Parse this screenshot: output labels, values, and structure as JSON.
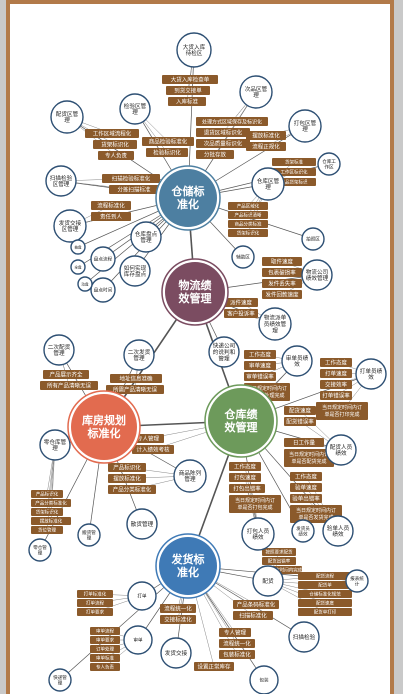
{
  "colors": {
    "storage": "#4d7fa1",
    "performance": "#7b4c61",
    "layout": "#e26b4f",
    "warehouse": "#6d9a5b",
    "shipping": "#3f7ab6",
    "tag": "#8b5a2b",
    "ring": "#2d4f73",
    "line": "#555555"
  },
  "hubs": {
    "storage": "仓储标准化",
    "performance": "物流绩效管理",
    "layout": "库房规划标准化",
    "warehouse": "仓库绩效管理",
    "shipping": "发货标准化"
  },
  "topics": {
    "t1": "大货入库待检区",
    "t2": "次品区管理",
    "t3": "打包区管理",
    "t4": "配货区管理",
    "t5": "检验区管理",
    "t6": "仓库区管理",
    "t7": "扫描检验区管理",
    "t8": "发货交接区管理",
    "t9": "仓库盘点管理",
    "t10": "盘点流程",
    "t11": "盘点时间",
    "t12": "如何实现库存盘点",
    "t13": "抽盘",
    "t14": "全盘",
    "t15": "动盘",
    "t16": "仓库工作区",
    "t17": "拍照区",
    "t18": "辅助区",
    "t19": "物流公司绩效管理",
    "t20": "物流派单员绩效管理",
    "t21": "快递公司的说判和管理",
    "t22": "二次配货管理",
    "t23": "二次发货管理",
    "t24": "审单员绩效",
    "t25": "打单员绩效",
    "t26": "配货人员绩效",
    "t27": "零仓库管理",
    "t28": "商品陈列管理",
    "t29": "散货管理",
    "t30": "打包人员绩效",
    "t31": "发货员绩效",
    "t32": "验单人员绩效",
    "t33": "零仓管理",
    "t34": "搬货管理",
    "t35": "配货",
    "t36": "打单",
    "t37": "审单",
    "t38": "发货交接",
    "t39": "扫描检验",
    "t40": "报表统计",
    "t41": "快递管理",
    "t42": "包装"
  },
  "tags": {
    "a1": "大货入库检查单",
    "a2": "到货交接单",
    "a3": "入库标准",
    "b1": "处理方式区域保存及标识化",
    "b2": "退货区域标识化",
    "b3": "次品质量标识化",
    "b4": "分批存放",
    "c1": "摆放标准化",
    "c2": "流程正规化",
    "d1": "工作区域流程化",
    "d2": "货架标识化",
    "d3": "专人负责",
    "e1": "商品检验标准化",
    "e2": "检验标识化",
    "f1": "扫描检验标准化",
    "f2": "分拣扫描标准",
    "g1": "流程标准化",
    "g2": "责任到人",
    "h1": "货架标准",
    "h2": "工作区标识化",
    "h3": "商品货架标识",
    "i1": "产品区域化",
    "i2": "产品标识清晰",
    "i3": "商品分类标准",
    "i4": "货架标识化",
    "j1": "取件速度",
    "j2": "包裹破损率",
    "j3": "发件丢失率",
    "j4": "发件回款速度",
    "k1": "派件速度",
    "k2": "客户投诉率",
    "l1": "产品展示齐全",
    "l2": "所有产品清晰无误",
    "m1": "地址信息准确",
    "m2": "所需产品清晰无误",
    "n1": "专人管理",
    "n2": "计入绩效考核",
    "o1": "产品标识化",
    "o2": "摆放标准化",
    "o3": "产品分类标准化",
    "p1": "产品标识化",
    "p2": "产品分类标准化",
    "p3": "货架标识化",
    "p4": "摆放标准化",
    "p5": "货位管理",
    "q1": "工作态度",
    "q2": "审单速度",
    "q3": "审单错误率",
    "q4": "当日规定时间内订单是否处理完成",
    "r1": "工作态度",
    "r2": "打单速度",
    "r3": "交接效率",
    "r4": "打单错误率",
    "r5": "当日规定时间内订单是否打印完成",
    "s1": "配货速度",
    "s2": "配货错误率",
    "s3": "日工作量",
    "s4": "当日规定时间内订单是否配货完成",
    "u1": "工作态度",
    "u2": "打包速度",
    "u3": "打包出错率",
    "u4": "当日规定时间内订单是否打包完成",
    "v1": "工作态度",
    "v2": "验单速度",
    "v3": "验单出错率",
    "v4": "当日规定时间内订单是否发货完成",
    "w1": "按照要求配货",
    "w2": "配货出错率",
    "w3": "当日规定时间内完成",
    "x1": "配货流程",
    "x2": "配货单",
    "x3": "仓储标准化规范",
    "x4": "配货速度",
    "x5": "配货单打印",
    "y1": "打单标准化",
    "y2": "打单流程",
    "y3": "打单要求",
    "z1": "审单流程",
    "z2": "审单要求",
    "z3": "订单处理",
    "z4": "审单标准",
    "z5": "专人负责",
    "aa1": "流程统一化",
    "aa2": "交接标准化",
    "bb1": "产品条码标准化",
    "bb2": "扫描标准化",
    "cc1": "专人管理",
    "cc2": "流程统一化",
    "cc3": "包装标准化",
    "dd1": "设置正常库存"
  }
}
